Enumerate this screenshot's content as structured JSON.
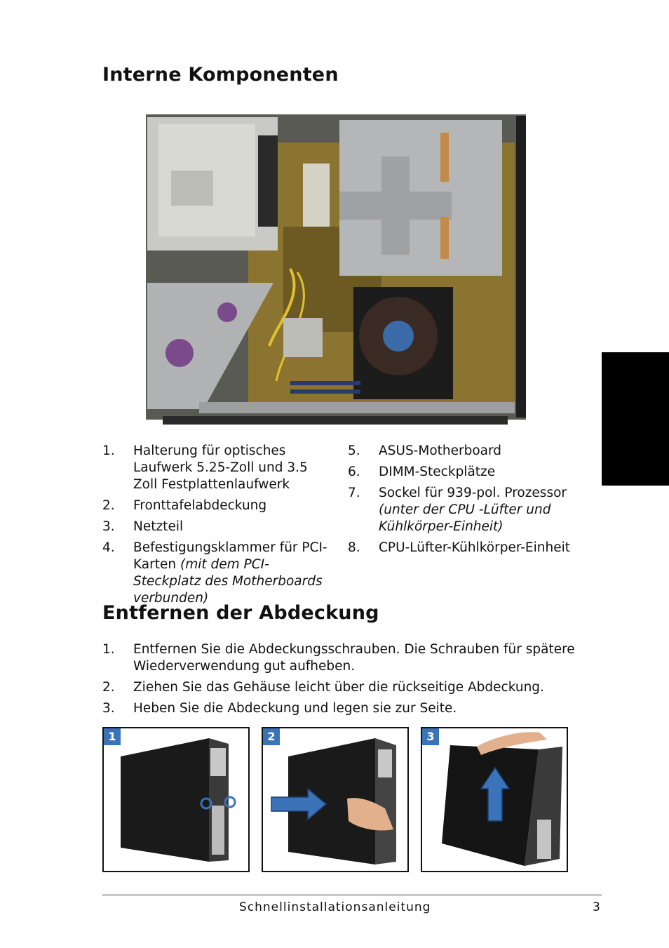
{
  "section1": {
    "title": "Interne Komponenten",
    "components_left": [
      {
        "num": "1.",
        "text": "Halterung für optisches Laufwerk 5.25-Zoll und 3.5 Zoll Festplattenlaufwerk",
        "note": ""
      },
      {
        "num": "2.",
        "text": "Fronttafelabdeckung",
        "note": ""
      },
      {
        "num": "3.",
        "text": "Netzteil",
        "note": ""
      },
      {
        "num": "4.",
        "text": "Befestigungsklammer für PCI-Karten ",
        "note": "(mit dem PCI-Steckplatz des Motherboards verbunden)"
      }
    ],
    "components_right": [
      {
        "num": "5.",
        "text": "ASUS-Motherboard",
        "note": ""
      },
      {
        "num": "6.",
        "text": "DIMM-Steckplätze",
        "note": ""
      },
      {
        "num": "7.",
        "text": "Sockel für 939-pol. Prozessor ",
        "note": "(unter der CPU -Lüfter und Kühlkörper-Einheit)"
      },
      {
        "num": "8.",
        "text": "CPU-Lüfter-Kühlkörper-Einheit",
        "note": ""
      }
    ]
  },
  "section2": {
    "title": "Entfernen der Abdeckung",
    "steps": [
      {
        "num": "1.",
        "text": "Entfernen Sie die Abdeckungsschrauben. Die Schrauben für spätere Wiederverwendung gut aufheben."
      },
      {
        "num": "2.",
        "text": "Ziehen Sie das Gehäuse leicht über die rückseitige Abdeckung."
      },
      {
        "num": "3.",
        "text": "Heben Sie die Abdeckung und legen sie zur Seite."
      }
    ],
    "step_images": [
      {
        "label": "1"
      },
      {
        "label": "2"
      },
      {
        "label": "3"
      }
    ]
  },
  "footer": {
    "title": "Schnellinstallationsanleitung",
    "page": "3"
  },
  "colors": {
    "accent": "#3a73b8",
    "side_tab": "#000000"
  }
}
